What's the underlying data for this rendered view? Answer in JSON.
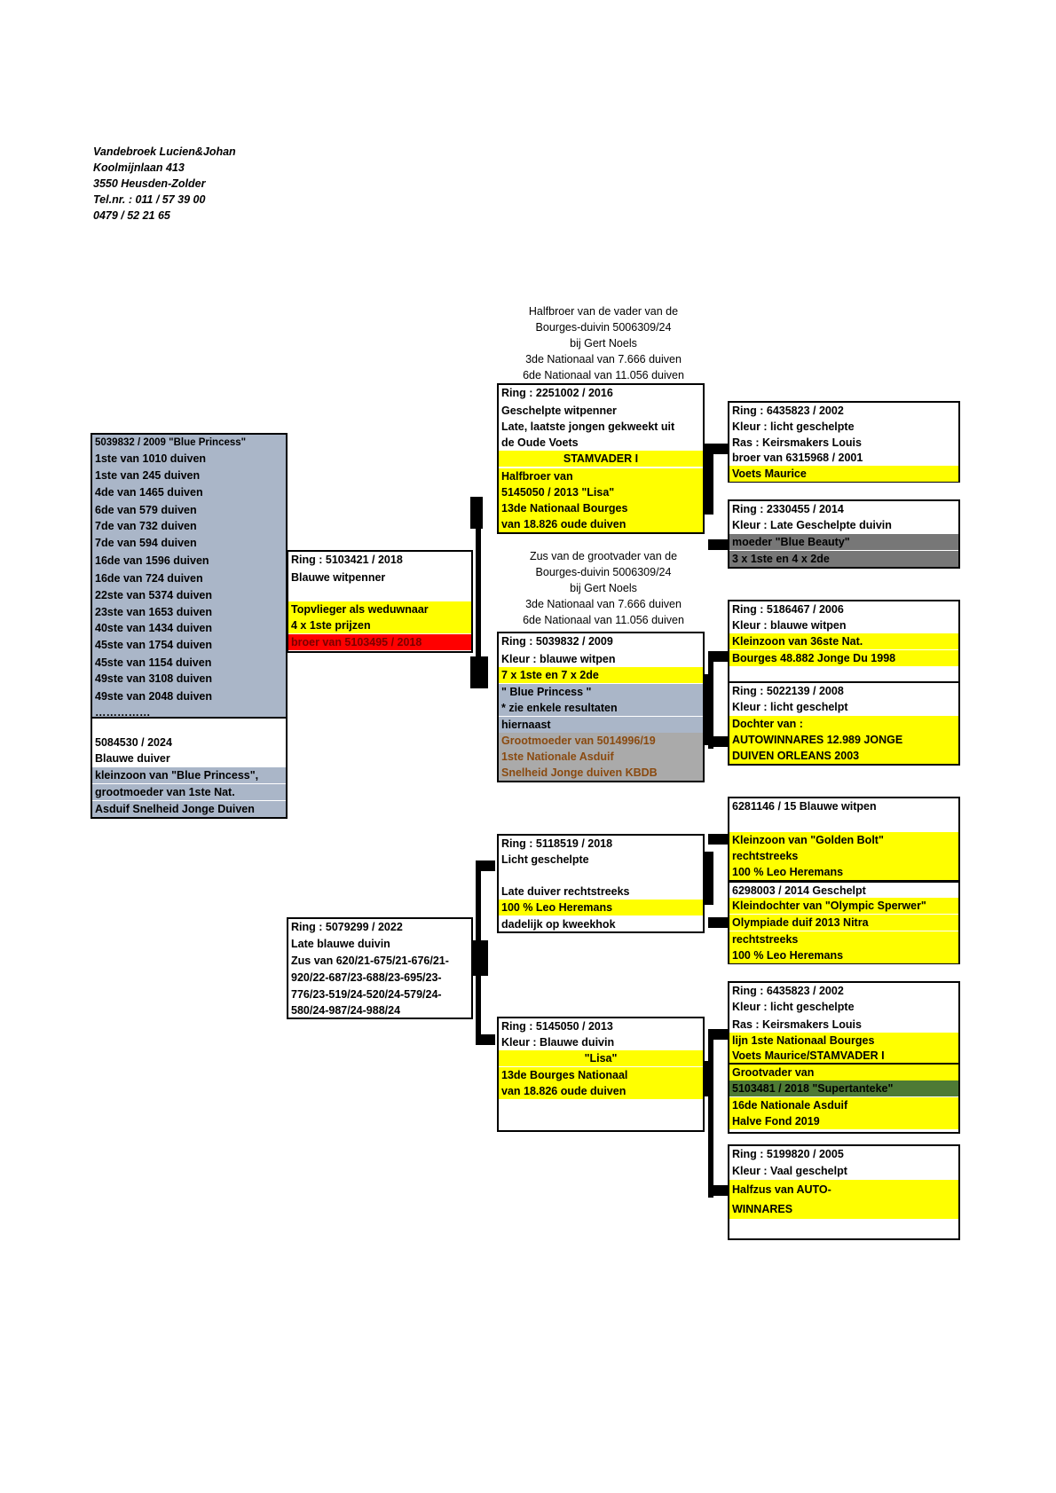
{
  "owner": {
    "name": "Vandebroek Lucien&Johan",
    "street": "Koolmijnlaan 413",
    "city": "3550 Heusden-Zolder",
    "tel": "Tel.nr. : 011 / 57 39 00",
    "mobile": "0479 / 52 21 65"
  },
  "subject_mother": {
    "title": "5039832 / 2009 \"Blue Princess\"",
    "results": [
      "1ste van 1010 duiven",
      "1ste van 245 duiven",
      "4de van 1465 duiven",
      "6de van 579 duiven",
      "7de van 732 duiven",
      "7de van 594 duiven",
      "16de van 1596 duiven",
      "16de van 724 duiven",
      "22ste van 5374 duiven",
      "23ste van 1653 duiven",
      "40ste van 1434 duiven",
      "45ste van 1754 duiven",
      "45ste van 1154 duiven",
      "49ste van 3108 duiven",
      "49ste van 2048 duiven",
      "……………"
    ]
  },
  "subject": {
    "ring": "5084530 / 2024",
    "color": "Blauwe duiver",
    "note1": "kleinzoon van \"Blue Princess\",",
    "note2": "grootmoeder van 1ste Nat.",
    "note3": "Asduif Snelheid Jonge Duiven"
  },
  "father": {
    "ring": "Ring : 5103421 / 2018",
    "color": "Blauwe witpenner",
    "note1": "Topvlieger als weduwnaar",
    "note2": "4 x 1ste prijzen",
    "note3": "broer van 5103495 / 2018"
  },
  "mother": {
    "ring": "Ring : 5079299 / 2022",
    "color": "Late blauwe duivin",
    "l1": "Zus van 620/21-675/21-676/21-",
    "l2": "920/22-687/23-688/23-695/23-",
    "l3": "776/23-519/24-520/24-579/24-",
    "l4": "580/24-987/24-988/24"
  },
  "note_ff": [
    "Halfbroer van de vader van de",
    "Bourges-duivin 5006309/24",
    "bij Gert Noels",
    "3de Nationaal van 7.666 duiven",
    "6de Nationaal van 11.056 duiven"
  ],
  "ff": {
    "ring": "Ring : 2251002 / 2016",
    "l1": "Geschelpte witpenner",
    "l2": "Late, laatste jongen gekweekt uit",
    "l3": "de Oude Voets",
    "l4": "STAMVADER I",
    "l5": "Halfbroer van",
    "l6": "5145050 / 2013 \"Lisa\"",
    "l7": "13de Nationaal Bourges",
    "l8": "van 18.826 oude duiven"
  },
  "note_fm": [
    "Zus van de grootvader van de",
    "Bourges-duivin 5006309/24",
    "bij Gert Noels",
    "3de Nationaal van 7.666 duiven",
    "6de Nationaal van 11.056 duiven"
  ],
  "fm": {
    "ring": "Ring : 5039832 / 2009",
    "l1": "Kleur : blauwe witpen",
    "l2": "7 x 1ste en 7 x 2de",
    "l3": " \" Blue Princess \"",
    "l4": "*  zie enkele resultaten",
    "l5": "   hiernaast",
    "l6": "Grootmoeder van 5014996/19",
    "l7": "1ste Nationale Asduif",
    "l8": "Snelheid Jonge duiven KBDB"
  },
  "mf": {
    "ring": "Ring : 5118519 / 2018",
    "l1": "Licht geschelpte",
    "l2": "Late duiver rechtstreeks",
    "l3": "100 % Leo Heremans",
    "l4": "dadelijk op kweekhok"
  },
  "mm": {
    "ring": "Ring : 5145050 / 2013",
    "l1": "Kleur : Blauwe duivin",
    "l2": "\"Lisa\"",
    "l3": "13de Bourges Nationaal",
    "l4": "van 18.826 oude duiven"
  },
  "g1": {
    "ring": "Ring : 6435823 / 2002",
    "l1": "Kleur : licht geschelpte",
    "l2": "Ras : Keirsmakers Louis",
    "l3": "broer van 6315968 / 2001",
    "l4": "Voets Maurice"
  },
  "g2": {
    "ring": "Ring : 2330455 / 2014",
    "l1": "Kleur : Late Geschelpte duivin",
    "l2": "moeder \"Blue Beauty\"",
    "l3": "3 x 1ste en 4 x 2de"
  },
  "g3": {
    "ring": "Ring : 5186467 / 2006",
    "l1": "Kleur : blauwe witpen",
    "l2": "Kleinzoon van 36ste Nat.",
    "l3": "Bourges 48.882 Jonge Du 1998"
  },
  "g4": {
    "ring": "Ring : 5022139 / 2008",
    "l1": "Kleur : licht geschelpt",
    "l2": "Dochter van :",
    "l3": "AUTOWINNARES 12.989 JONGE",
    "l4": "DUIVEN ORLEANS 2003"
  },
  "g5": {
    "ring": "6281146 / 15 Blauwe witpen",
    "l1": "Kleinzoon van \"Golden Bolt\"",
    "l2": "rechtstreeks",
    "l3": "100 % Leo Heremans"
  },
  "g6": {
    "ring": "6298003 / 2014 Geschelpt",
    "l1": "Kleindochter van \"Olympic Sperwer\"",
    "l2": "Olympiade duif 2013 Nitra",
    "l3": "rechtstreeks",
    "l4": "100 % Leo Heremans"
  },
  "g7": {
    "ring": "Ring : 6435823 / 2002",
    "l1": "Kleur : licht geschelpte",
    "l2": "Ras : Keirsmakers Louis",
    "l3": "lijn 1ste Nationaal Bourges",
    "l4": "Voets Maurice/STAMVADER I"
  },
  "g7b": {
    "l1": "Grootvader van",
    "l2": "5103481 / 2018 \"Supertanteke\"",
    "l3": "16de Nationale Asduif",
    "l4": "Halve Fond 2019"
  },
  "g8": {
    "ring": "Ring :  5199820 / 2005",
    "l1": "Kleur : Vaal geschelpt",
    "l2": "Halfzus van AUTO-",
    "l3": "WINNARES"
  },
  "colors": {
    "highlight": "#ffff00",
    "blue_grey": "#aab6c8",
    "dark_grey": "#777777",
    "red": "#ff0000",
    "green": "#4e7a35"
  }
}
